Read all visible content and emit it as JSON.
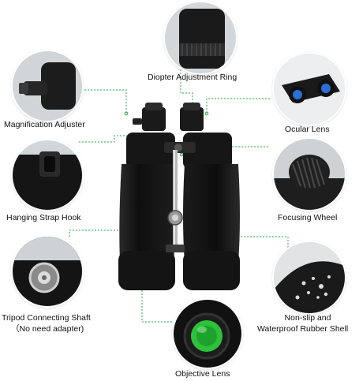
{
  "labels": {
    "diopter": "Diopter Adjustment Ring",
    "magnification": "Magnification Adjuster",
    "ocular": "Ocular Lens",
    "strap": "Hanging Strap Hook",
    "focusing": "Focusing Wheel",
    "tripod_line1": "Tripod Connecting Shaft",
    "tripod_line2": "（No need adapter)",
    "nonslip_line1": "Non-slip and",
    "nonslip_line2": "Waterproof Rubber Shell",
    "objective": "Objective Lens"
  },
  "colors": {
    "leader_line": "#22a84a",
    "body": "#141414",
    "lens_green": "#2ec23b",
    "lens_blue": "#2a6fd6"
  }
}
